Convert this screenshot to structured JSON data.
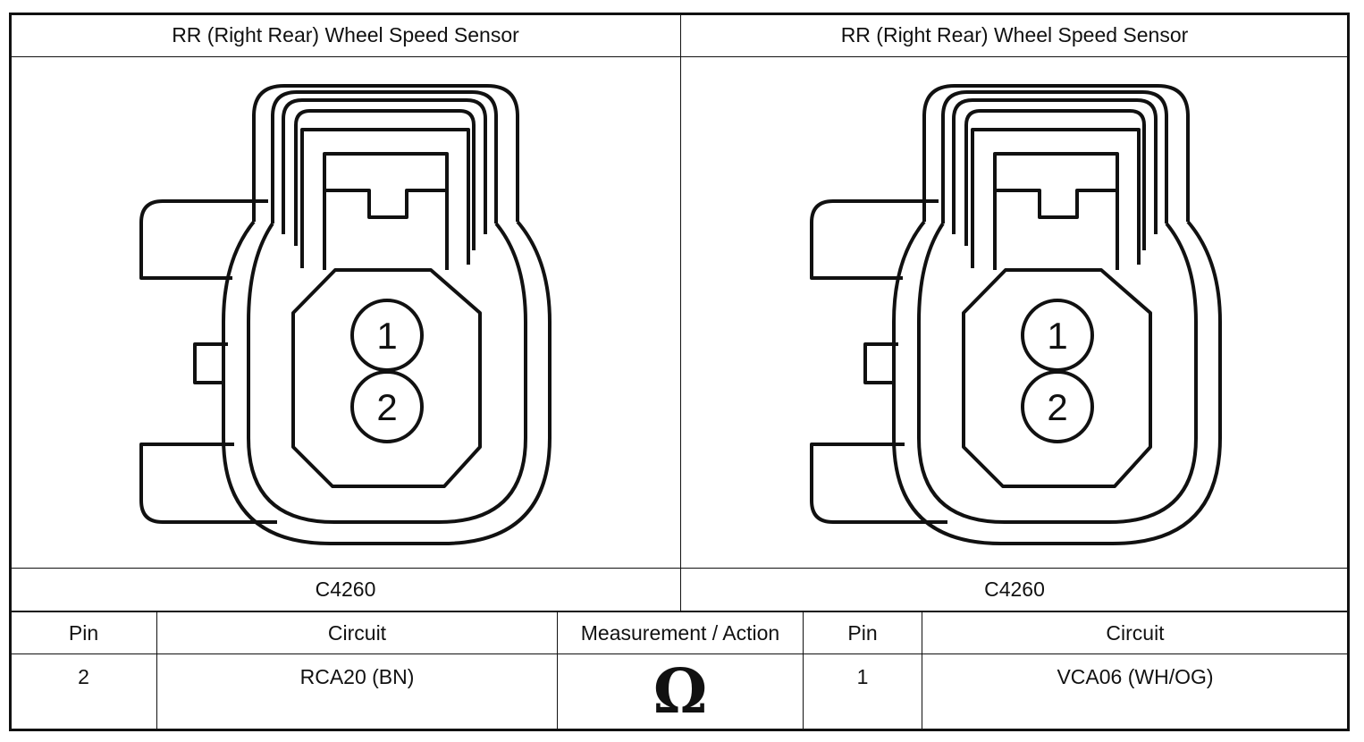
{
  "connectors": [
    {
      "title": "RR (Right Rear) Wheel Speed Sensor",
      "connector_id": "C4260",
      "pins": [
        "1",
        "2"
      ]
    },
    {
      "title": "RR (Right Rear) Wheel Speed Sensor",
      "connector_id": "C4260",
      "pins": [
        "1",
        "2"
      ]
    }
  ],
  "table": {
    "headers": [
      "Pin",
      "Circuit",
      "Measurement / Action",
      "Pin",
      "Circuit"
    ],
    "row": {
      "pin_a": "2",
      "circuit_a": "RCA20 (BN)",
      "measurement_icon": "ohm-symbol",
      "measurement_symbol": "Ω",
      "pin_b": "1",
      "circuit_b": "VCA06 (WH/OG)"
    }
  }
}
